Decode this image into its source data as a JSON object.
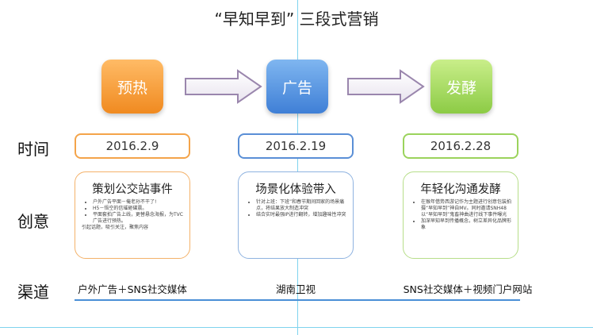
{
  "title": "“早知早到” 三段式营销",
  "row_labels": {
    "time": "时间",
    "idea": "创意",
    "channel": "渠道"
  },
  "phases": [
    {
      "name": "预热",
      "date": "2016.2.9",
      "idea_title": "策划公交站事件",
      "bullets": [
        "户外广告平面－俺老孙不干了!",
        "H5－悟空的信璀砸碟震。",
        "平面套拍广告上线，更替悬念海报，为TVC广告进行预热。"
      ],
      "tail": "引起话题，吸引关注，聚焦内容",
      "channel": "户外广告＋SNS社交媒体",
      "color": "#f08a20",
      "border": "#f4a44a"
    },
    {
      "name": "广告",
      "date": "2016.2.19",
      "idea_title": "场景化体验带入",
      "bullets": [
        "针对上班：下班”和春节期间回家的场景痛点，将结果放大制造冲突",
        "结合实时最强IP进行翻转，增加趣味性冲突"
      ],
      "tail": "",
      "channel": "湖南卫视",
      "color": "#3f7fd6",
      "border": "#5a8fd6"
    },
    {
      "name": "发酵",
      "date": "2016.2.28",
      "idea_title": "年轻化沟通发酵",
      "bullets": [
        "在猴年借势西游记作为主题进行创意包装拍摄“早知早到”神自MV。同时邀请SNH48以“早知早到”鬼畜神曲进行线下事件曝光",
        "加深早知早到传播概念，树立差异化品牌形象"
      ],
      "tail": "",
      "channel": "SNS社交媒体＋视频门户网站",
      "color": "#8ccb45",
      "border": "#9bd35c"
    }
  ]
}
